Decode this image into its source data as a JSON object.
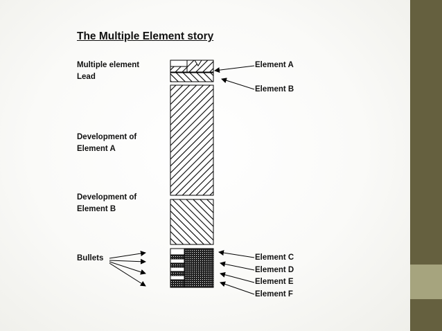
{
  "slide": {
    "title": "The Multiple Element story",
    "left_labels": {
      "lead_line1": "Multiple element",
      "lead_line2": "Lead",
      "dev_a_line1": "Development of",
      "dev_a_line2": "Element A",
      "dev_b_line1": "Development of",
      "dev_b_line2": "Element B",
      "bullets": "Bullets"
    },
    "right_labels": {
      "element_a": "Element A",
      "element_b": "Element B",
      "element_c": "Element C",
      "element_d": "Element D",
      "element_e": "Element E",
      "element_f": "Element F"
    }
  },
  "theme": {
    "accent_dark": "#65603f",
    "accent_light": "#a6a47e"
  }
}
